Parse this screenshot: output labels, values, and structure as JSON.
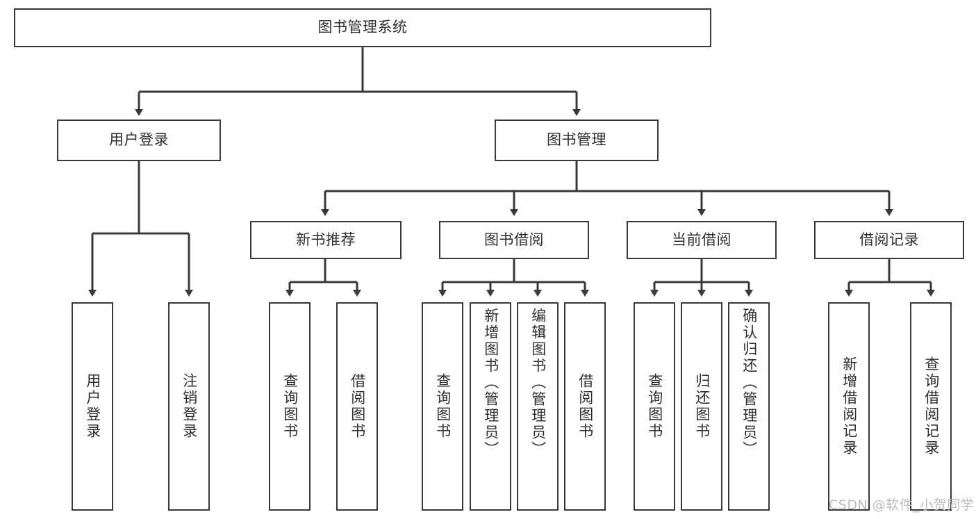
{
  "diagram": {
    "title": "图书管理系统",
    "type": "hierarchy-tree",
    "theme": {
      "stroke": "#36393b",
      "fill": "#ffffff",
      "text": "#2b2f31",
      "watermark_color": "#b9bcbe"
    },
    "root": {
      "label": "图书管理系统"
    },
    "level2": [
      {
        "label": "用户登录"
      },
      {
        "label": "图书管理"
      }
    ],
    "level3": [
      {
        "label": "新书推荐"
      },
      {
        "label": "图书借阅"
      },
      {
        "label": "当前借阅"
      },
      {
        "label": "借阅记录"
      }
    ],
    "leaves": {
      "user_login": [
        {
          "label": "用户登录"
        },
        {
          "label": "注销登录"
        }
      ],
      "new_book_recommend": [
        {
          "label": "查询图书"
        },
        {
          "label": "借阅图书"
        }
      ],
      "book_borrow": [
        {
          "label": "查询图书"
        },
        {
          "label": "新增图书（管理员）"
        },
        {
          "label": "编辑图书（管理员）"
        },
        {
          "label": "借阅图书"
        }
      ],
      "current_borrow": [
        {
          "label": "查询图书"
        },
        {
          "label": "归还图书"
        },
        {
          "label": "确认归还（管理员）"
        }
      ],
      "borrow_record": [
        {
          "label": "新增借阅记录"
        },
        {
          "label": "查询借阅记录"
        }
      ]
    },
    "watermark": "CSDN @软件_小贺同学"
  }
}
